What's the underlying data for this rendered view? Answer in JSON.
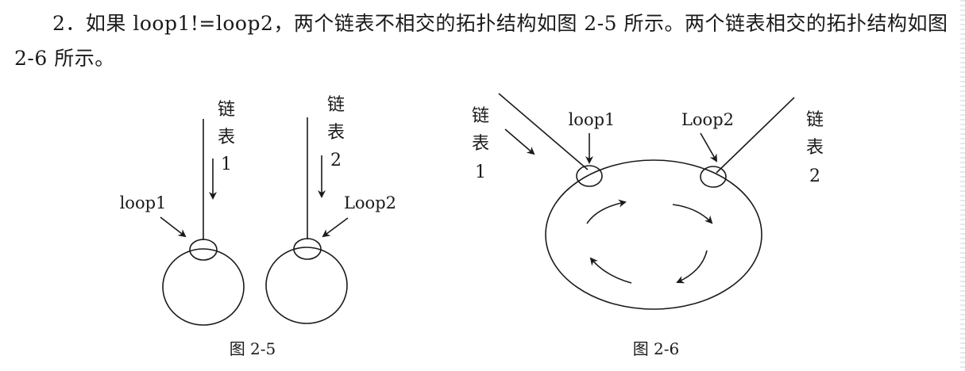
{
  "paragraph": {
    "text": "2．如果 loop1!=loop2，两个链表不相交的拓扑结构如图 2-5 所示。两个链表相交的拓扑结构如图 2-6 所示。"
  },
  "figure_2_5": {
    "caption": "图 2-5",
    "list1_chars": [
      "链",
      "表",
      "1"
    ],
    "list2_chars": [
      "链",
      "表",
      "2"
    ],
    "loop1_label": "loop1",
    "loop2_label": "Loop2"
  },
  "figure_2_6": {
    "caption": "图 2-6",
    "list1_chars": [
      "链",
      "表",
      "1"
    ],
    "list2_chars": [
      "链",
      "表",
      "2"
    ],
    "loop1_label": "loop1",
    "loop2_label": "Loop2"
  }
}
